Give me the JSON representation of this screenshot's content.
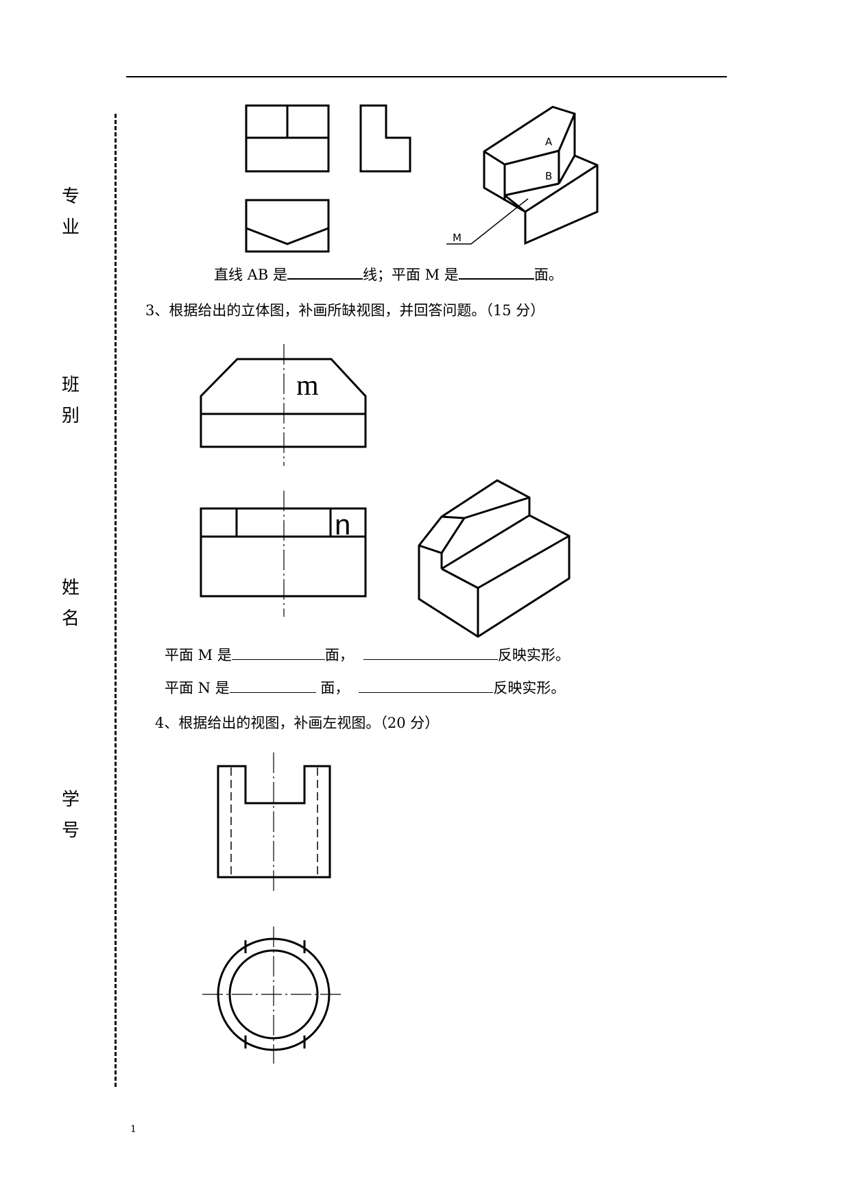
{
  "margin_labels": [
    "专业",
    "班别",
    "姓名",
    "学号"
  ],
  "q2": {
    "answer_line": {
      "prefix": "直线 AB 是",
      "mid": "线；平面 M 是",
      "suffix": "面。"
    },
    "labels": {
      "a": "A",
      "b": "B",
      "m": "M"
    }
  },
  "q3": {
    "title": "3、根据给出的立体图，补画所缺视图，并回答问题。（15 分）",
    "label_m": "m",
    "label_n": "n",
    "line1": {
      "prefix": "平面 M 是",
      "mid": "面，",
      "suffix": "反映实形。"
    },
    "line2": {
      "prefix": "平面 N 是",
      "mid": " 面，",
      "suffix": "反映实形。"
    }
  },
  "q4": {
    "title": "4、根据给出的视图，补画左视图。（20 分）"
  },
  "page_number": "1"
}
